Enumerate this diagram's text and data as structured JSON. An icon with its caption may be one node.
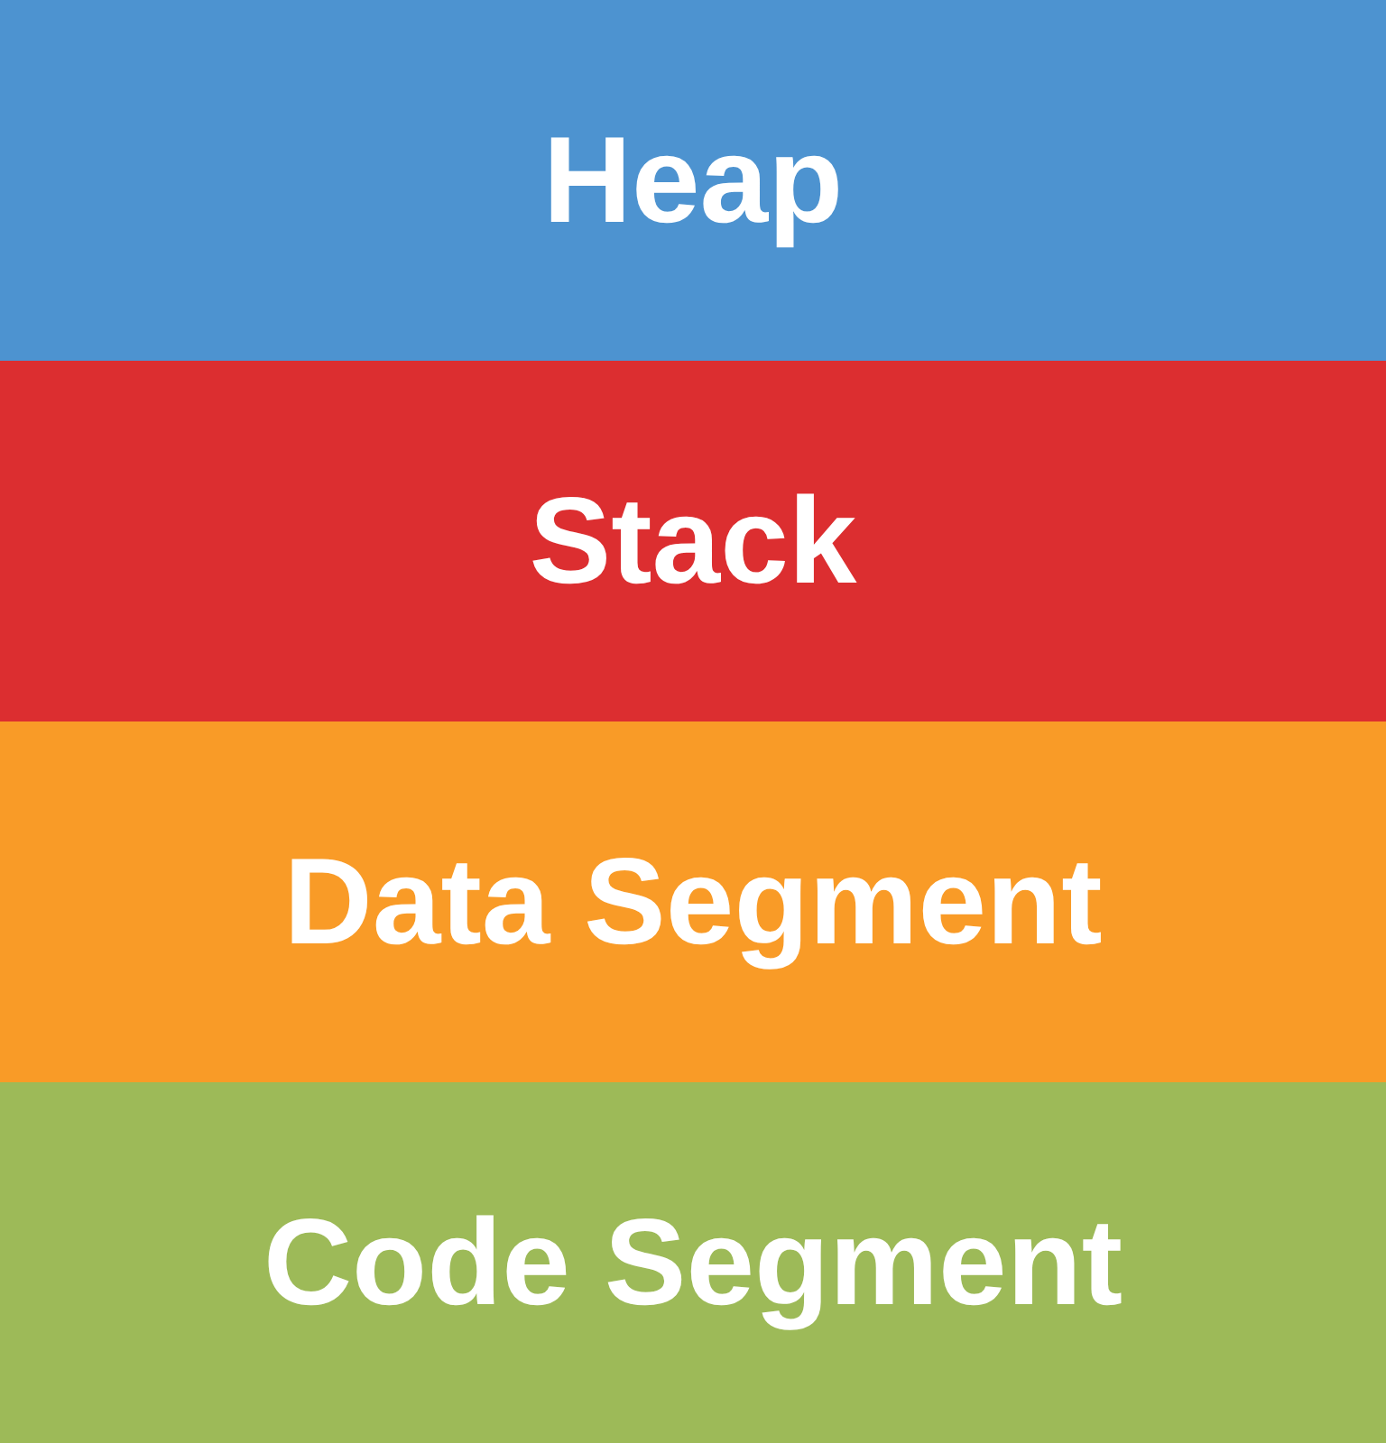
{
  "diagram": {
    "nodes": [
      {
        "text": [
          "Heap"
        ]
      },
      {
        "text": [
          "Stack"
        ]
      },
      {
        "text": [
          "Data Segment"
        ]
      },
      {
        "text": [
          "Code Segment"
        ]
      }
    ]
  }
}
